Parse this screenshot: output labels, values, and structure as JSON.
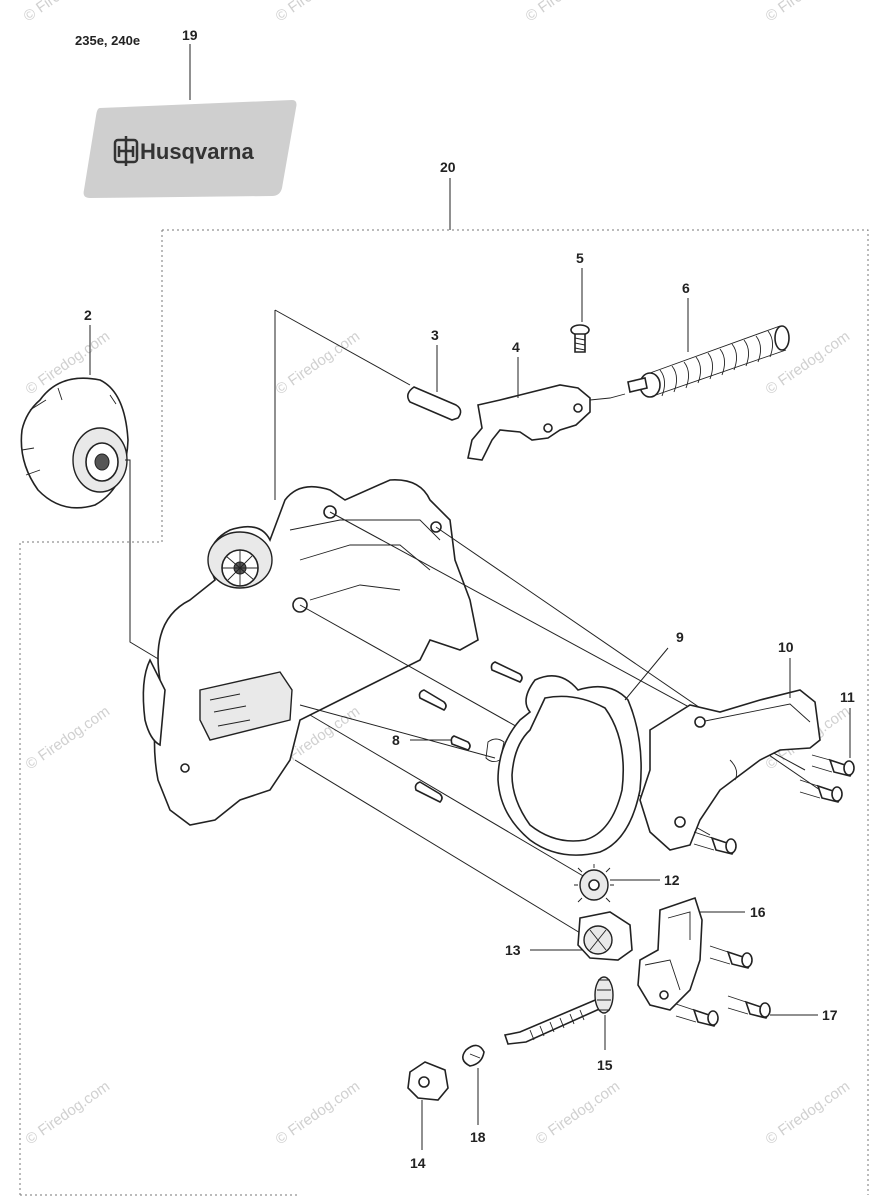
{
  "model_label": "235e, 240e",
  "brand": "Husqvarna",
  "watermark": "© Firedog.com",
  "callouts": {
    "c2": "2",
    "c3": "3",
    "c4": "4",
    "c5": "5",
    "c6": "6",
    "c8": "8",
    "c9": "9",
    "c10": "10",
    "c11": "11",
    "c12": "12",
    "c13": "13",
    "c14": "14",
    "c15": "15",
    "c16": "16",
    "c17": "17",
    "c18": "18",
    "c19": "19",
    "c20": "20"
  }
}
